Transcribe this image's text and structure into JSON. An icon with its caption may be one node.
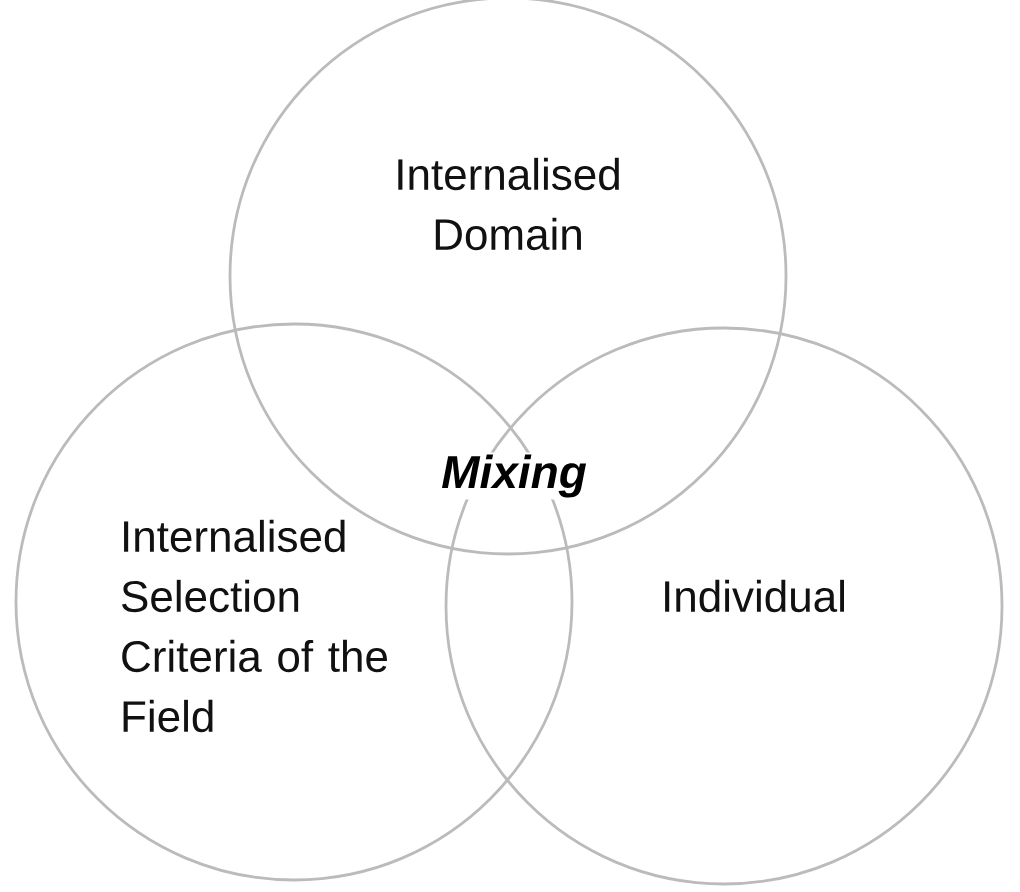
{
  "diagram": {
    "nodes": [
      {
        "text": [
          "Internalised Domain"
        ]
      },
      {
        "text": [
          "Internalised Selection Criteria of the Field"
        ]
      },
      {
        "text": [
          "Individual"
        ]
      }
    ],
    "labels": [
      "Mixing"
    ]
  }
}
